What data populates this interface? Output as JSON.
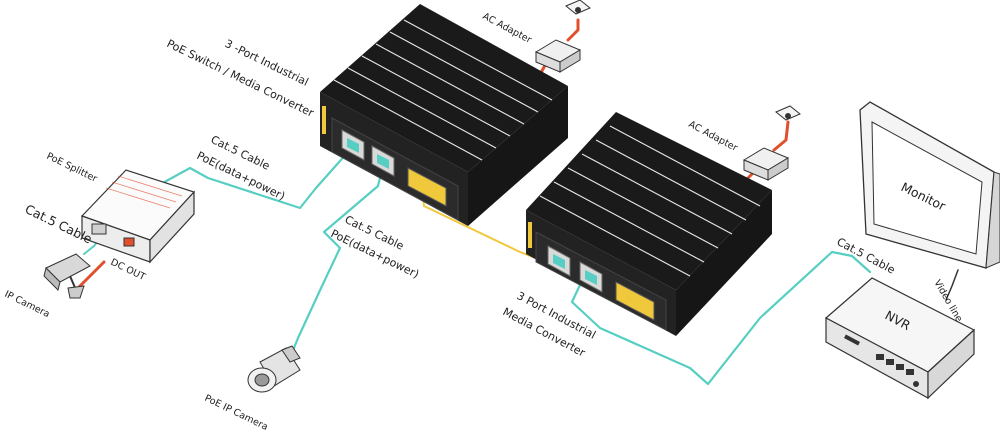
{
  "labels": {
    "ac_adapter_1": "AC Adapter",
    "ac_adapter_2": "AC Adapter",
    "switch_line1": "3 -Port Industrial",
    "switch_line2": "PoE Switch / Media Converter",
    "cat5_top_line1": "Cat.5 Cable",
    "cat5_top_line2": "PoE(data+power)",
    "poe_splitter": "PoE Splitter",
    "cat5_left": "Cat.5 Cable",
    "dc_out": "DC OUT",
    "ip_camera": "IP Camera",
    "cat5_mid_line1": "Cat.5 Cable",
    "cat5_mid_line2": "PoE(data+power)",
    "poe_ip_camera": "PoE IP Camera",
    "converter_line1": "3 Port Industrial",
    "converter_line2": "Media Converter",
    "cat5_right": "Cat.5 Cable",
    "monitor": "Monitor",
    "video_line": "Video line",
    "nvr": "NVR"
  },
  "colors": {
    "utp_cable": "#56cfc2",
    "fiber_cable": "#f0c83c",
    "power_cable": "#e0502c",
    "device_dark": "#1a1a1a"
  }
}
